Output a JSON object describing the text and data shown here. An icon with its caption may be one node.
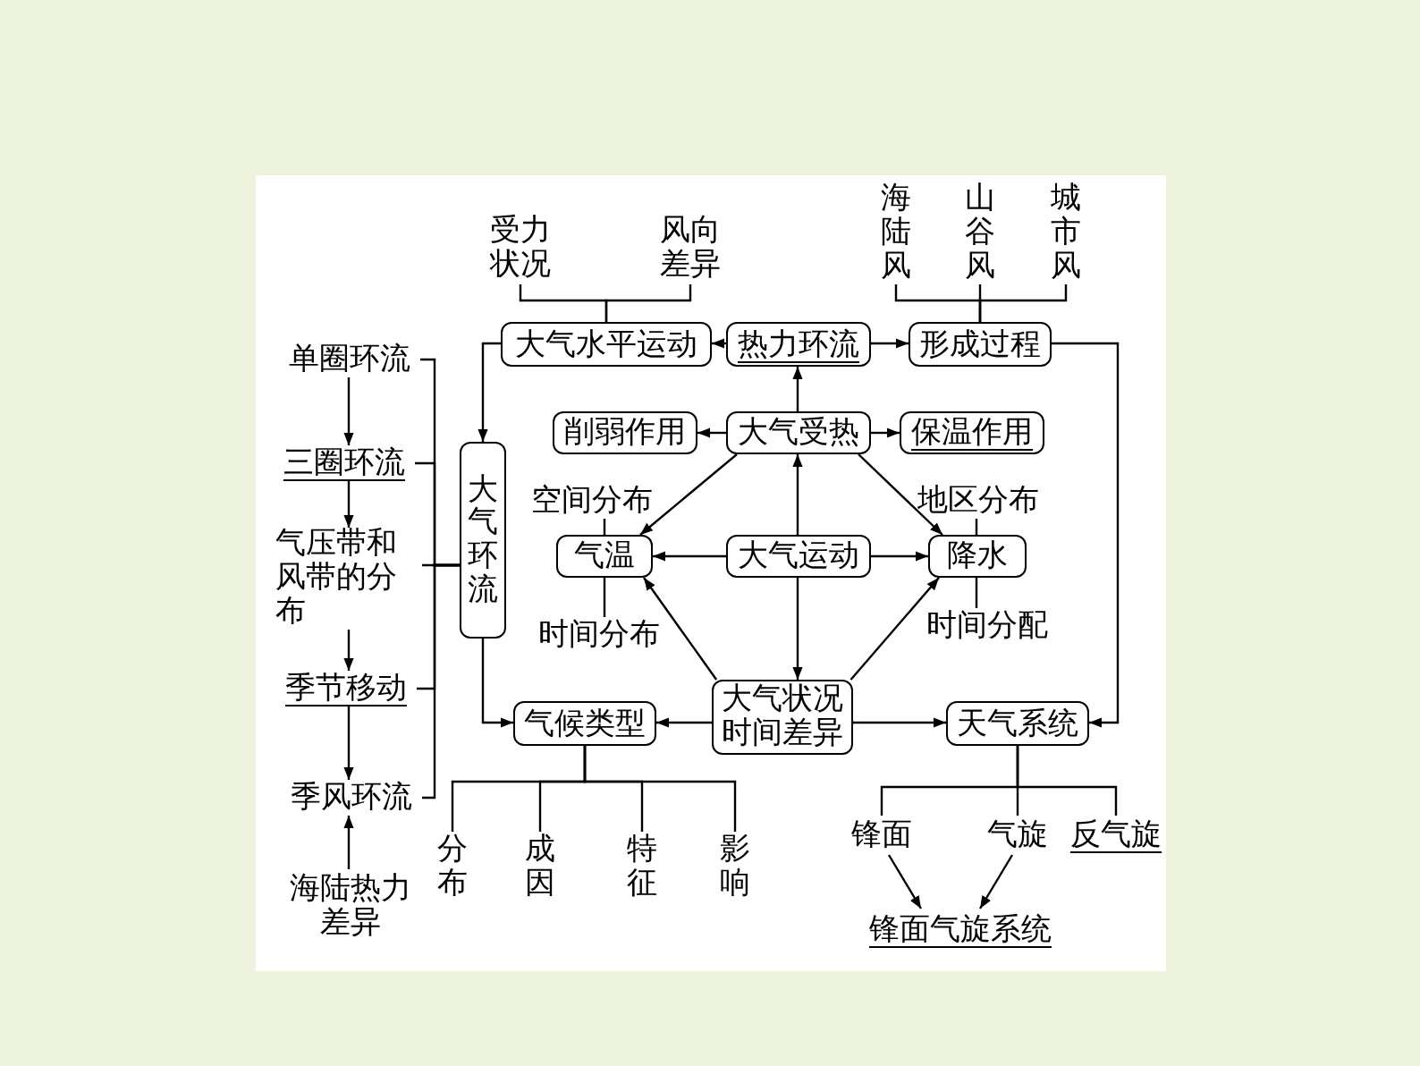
{
  "diagram": {
    "nodes": [
      {
        "text": [
          "大气水平运动"
        ]
      },
      {
        "text": [
          "热力环流"
        ]
      },
      {
        "text": [
          "形成过程"
        ]
      },
      {
        "text": [
          "削弱作用"
        ]
      },
      {
        "text": [
          "大气受热"
        ]
      },
      {
        "text": [
          "保温作用"
        ]
      },
      {
        "text": [
          "气温"
        ]
      },
      {
        "text": [
          "大气运动"
        ]
      },
      {
        "text": [
          "降水"
        ]
      },
      {
        "text": [
          "大气环流"
        ]
      },
      {
        "text": [
          "气候类型"
        ]
      },
      {
        "text": [
          "大气状况时间差异"
        ]
      },
      {
        "text": [
          "天气系统"
        ]
      },
      {
        "text": [
          "受力状况"
        ]
      },
      {
        "text": [
          "风向差异"
        ]
      },
      {
        "text": [
          "海陆风"
        ]
      },
      {
        "text": [
          "山谷风"
        ]
      },
      {
        "text": [
          "城市风"
        ]
      },
      {
        "text": [
          "空间分布"
        ]
      },
      {
        "text": [
          "时间分布"
        ]
      },
      {
        "text": [
          "地区分布"
        ]
      },
      {
        "text": [
          "时间分配"
        ]
      },
      {
        "text": [
          "单圈环流"
        ]
      },
      {
        "text": [
          "三圈环流"
        ]
      },
      {
        "text": [
          "气压带和风带的分布"
        ]
      },
      {
        "text": [
          "季节移动"
        ]
      },
      {
        "text": [
          "季风环流"
        ]
      },
      {
        "text": [
          "海陆热力差异"
        ]
      },
      {
        "text": [
          "分布"
        ]
      },
      {
        "text": [
          "成因"
        ]
      },
      {
        "text": [
          "特征"
        ]
      },
      {
        "text": [
          "影响"
        ]
      },
      {
        "text": [
          "锋面"
        ]
      },
      {
        "text": [
          "气旋"
        ]
      },
      {
        "text": [
          "反气旋"
        ]
      },
      {
        "text": [
          "锋面气旋系统"
        ]
      }
    ],
    "edges": [
      {
        "from": 13,
        "to": 0,
        "arrow": "none"
      },
      {
        "from": 14,
        "to": 0,
        "arrow": "none"
      },
      {
        "from": 1,
        "to": 0,
        "arrow": "to"
      },
      {
        "from": 1,
        "to": 2,
        "arrow": "to"
      },
      {
        "from": 15,
        "to": 2,
        "arrow": "none"
      },
      {
        "from": 16,
        "to": 2,
        "arrow": "none"
      },
      {
        "from": 17,
        "to": 2,
        "arrow": "none"
      },
      {
        "from": 4,
        "to": 1,
        "arrow": "to"
      },
      {
        "from": 4,
        "to": 3,
        "arrow": "to"
      },
      {
        "from": 4,
        "to": 5,
        "arrow": "to"
      },
      {
        "from": 4,
        "to": 6,
        "arrow": "to"
      },
      {
        "from": 4,
        "to": 8,
        "arrow": "to"
      },
      {
        "from": 7,
        "to": 4,
        "arrow": "to"
      },
      {
        "from": 7,
        "to": 6,
        "arrow": "to"
      },
      {
        "from": 7,
        "to": 8,
        "arrow": "to"
      },
      {
        "from": 7,
        "to": 11,
        "arrow": "to"
      },
      {
        "from": 11,
        "to": 6,
        "arrow": "to"
      },
      {
        "from": 11,
        "to": 8,
        "arrow": "to"
      },
      {
        "from": 11,
        "to": 10,
        "arrow": "to"
      },
      {
        "from": 11,
        "to": 12,
        "arrow": "to"
      },
      {
        "from": 2,
        "to": 12,
        "arrow": "to"
      },
      {
        "from": 0,
        "to": 9,
        "arrow": "to"
      },
      {
        "from": 9,
        "to": 10,
        "arrow": "to"
      },
      {
        "from": 18,
        "to": 6,
        "arrow": "none"
      },
      {
        "from": 19,
        "to": 6,
        "arrow": "none"
      },
      {
        "from": 20,
        "to": 8,
        "arrow": "none"
      },
      {
        "from": 21,
        "to": 8,
        "arrow": "none"
      },
      {
        "from": 22,
        "to": 23,
        "arrow": "to"
      },
      {
        "from": 23,
        "to": 24,
        "arrow": "to"
      },
      {
        "from": 24,
        "to": 25,
        "arrow": "to"
      },
      {
        "from": 25,
        "to": 26,
        "arrow": "to"
      },
      {
        "from": 27,
        "to": 26,
        "arrow": "to"
      },
      {
        "from": 22,
        "to": 9,
        "arrow": "none"
      },
      {
        "from": 23,
        "to": 9,
        "arrow": "none"
      },
      {
        "from": 24,
        "to": 9,
        "arrow": "none"
      },
      {
        "from": 25,
        "to": 9,
        "arrow": "none"
      },
      {
        "from": 26,
        "to": 9,
        "arrow": "none"
      },
      {
        "from": 10,
        "to": 28,
        "arrow": "none"
      },
      {
        "from": 10,
        "to": 29,
        "arrow": "none"
      },
      {
        "from": 10,
        "to": 30,
        "arrow": "none"
      },
      {
        "from": 10,
        "to": 31,
        "arrow": "none"
      },
      {
        "from": 12,
        "to": 32,
        "arrow": "none"
      },
      {
        "from": 12,
        "to": 33,
        "arrow": "none"
      },
      {
        "from": 12,
        "to": 34,
        "arrow": "none"
      },
      {
        "from": 32,
        "to": 35,
        "arrow": "to"
      },
      {
        "from": 33,
        "to": 35,
        "arrow": "to"
      }
    ]
  }
}
